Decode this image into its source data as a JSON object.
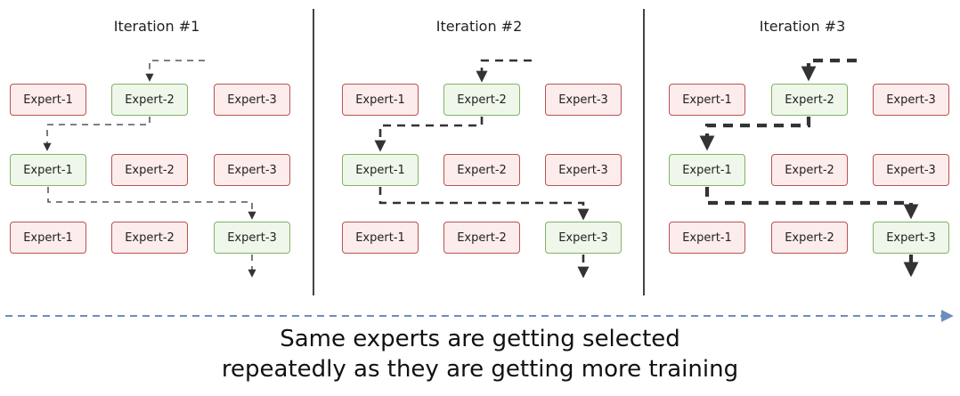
{
  "panels": [
    {
      "title": "Iteration #1",
      "rows": [
        [
          {
            "label": "Expert-1",
            "state": "unselected"
          },
          {
            "label": "Expert-2",
            "state": "selected"
          },
          {
            "label": "Expert-3",
            "state": "unselected"
          }
        ],
        [
          {
            "label": "Expert-1",
            "state": "selected"
          },
          {
            "label": "Expert-2",
            "state": "unselected"
          },
          {
            "label": "Expert-3",
            "state": "unselected"
          }
        ],
        [
          {
            "label": "Expert-1",
            "state": "unselected"
          },
          {
            "label": "Expert-2",
            "state": "unselected"
          },
          {
            "label": "Expert-3",
            "state": "selected"
          }
        ]
      ]
    },
    {
      "title": "Iteration #2",
      "rows": [
        [
          {
            "label": "Expert-1",
            "state": "unselected"
          },
          {
            "label": "Expert-2",
            "state": "selected"
          },
          {
            "label": "Expert-3",
            "state": "unselected"
          }
        ],
        [
          {
            "label": "Expert-1",
            "state": "selected"
          },
          {
            "label": "Expert-2",
            "state": "unselected"
          },
          {
            "label": "Expert-3",
            "state": "unselected"
          }
        ],
        [
          {
            "label": "Expert-1",
            "state": "unselected"
          },
          {
            "label": "Expert-2",
            "state": "unselected"
          },
          {
            "label": "Expert-3",
            "state": "selected"
          }
        ]
      ]
    },
    {
      "title": "Iteration #3",
      "rows": [
        [
          {
            "label": "Expert-1",
            "state": "unselected"
          },
          {
            "label": "Expert-2",
            "state": "selected"
          },
          {
            "label": "Expert-3",
            "state": "unselected"
          }
        ],
        [
          {
            "label": "Expert-1",
            "state": "selected"
          },
          {
            "label": "Expert-2",
            "state": "unselected"
          },
          {
            "label": "Expert-3",
            "state": "unselected"
          }
        ],
        [
          {
            "label": "Expert-1",
            "state": "unselected"
          },
          {
            "label": "Expert-2",
            "state": "unselected"
          },
          {
            "label": "Expert-3",
            "state": "selected"
          }
        ]
      ]
    }
  ],
  "caption": {
    "line1": "Same experts are getting selected",
    "line2": "repeatedly as they are getting more training"
  },
  "colors": {
    "selected_fill": "#eef7ea",
    "selected_border": "#82b366",
    "unselected_fill": "#fdecec",
    "unselected_border": "#b85450",
    "path": "#333333",
    "timeline_arrow": "#6c8ebf"
  }
}
